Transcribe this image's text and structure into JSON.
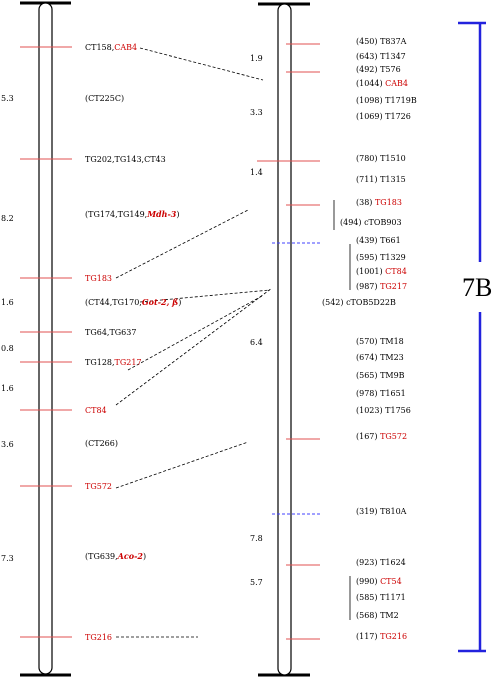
{
  "chromosome_name": "7B",
  "colors": {
    "tick": "#e05050",
    "dashed_tick": "#4040ff",
    "bracket": "#2222dd",
    "highlight": "#cc0000"
  },
  "left_map": {
    "distances": [
      "5.3",
      "8.2",
      "1.6",
      "0.8",
      "1.6",
      "3.6",
      "7.3"
    ],
    "loci": [
      {
        "parts": [
          {
            "t": "CT158,",
            "s": "n"
          },
          {
            "t": "CAB4",
            "s": "r"
          }
        ]
      },
      {
        "parts": [
          {
            "t": "(CT225C)",
            "s": "n"
          }
        ]
      },
      {
        "parts": [
          {
            "t": "TG202,TG143,CT43",
            "s": "n"
          }
        ]
      },
      {
        "parts": [
          {
            "t": "(TG174,TG149,",
            "s": "n"
          },
          {
            "t": "Mdh-3",
            "s": "b"
          },
          {
            "t": ")",
            "s": "n"
          }
        ]
      },
      {
        "parts": [
          {
            "t": "TG183",
            "s": "r"
          }
        ]
      },
      {
        "parts": [
          {
            "t": "(CT44,TG170,",
            "s": "n"
          },
          {
            "t": "Got-2, ß",
            "s": "b"
          },
          {
            "t": ")",
            "s": "n"
          }
        ]
      },
      {
        "parts": [
          {
            "t": "TG64,TG637",
            "s": "n"
          }
        ]
      },
      {
        "parts": [
          {
            "t": "TG128,",
            "s": "n"
          },
          {
            "t": "TG217",
            "s": "r"
          }
        ]
      },
      {
        "parts": [
          {
            "t": "CT84",
            "s": "r"
          }
        ]
      },
      {
        "parts": [
          {
            "t": "(CT266)",
            "s": "n"
          }
        ]
      },
      {
        "parts": [
          {
            "t": "TG572",
            "s": "r"
          }
        ]
      },
      {
        "parts": [
          {
            "t": "(TG639,",
            "s": "n"
          },
          {
            "t": "Aco-2",
            "s": "b"
          },
          {
            "t": ")",
            "s": "n"
          }
        ]
      },
      {
        "parts": [
          {
            "t": "TG216",
            "s": "r"
          }
        ]
      }
    ]
  },
  "right_map": {
    "distances": [
      "1.9",
      "3.3",
      "1.4",
      "6.4",
      "7.8",
      "5.7"
    ],
    "loci": [
      {
        "num": "(450)",
        "parts": [
          {
            "t": "T837A",
            "s": "n"
          }
        ]
      },
      {
        "num": "(643)",
        "parts": [
          {
            "t": "T1347",
            "s": "n"
          }
        ]
      },
      {
        "num": "(492)",
        "parts": [
          {
            "t": "T576",
            "s": "n"
          }
        ]
      },
      {
        "num": "(1044)",
        "parts": [
          {
            "t": "CAB4",
            "s": "r"
          }
        ]
      },
      {
        "num": "(1098)",
        "parts": [
          {
            "t": "T1719B",
            "s": "n"
          }
        ]
      },
      {
        "num": "(1069)",
        "parts": [
          {
            "t": "T1726",
            "s": "n"
          }
        ]
      },
      {
        "num": "(780)",
        "parts": [
          {
            "t": "T1510",
            "s": "n"
          }
        ]
      },
      {
        "num": "(711)",
        "parts": [
          {
            "t": "T1315",
            "s": "n"
          }
        ]
      },
      {
        "num": "(38)",
        "parts": [
          {
            "t": "TG183",
            "s": "r"
          }
        ]
      },
      {
        "num": "(494)",
        "parts": [
          {
            "t": "cTOB903",
            "s": "n"
          }
        ]
      },
      {
        "num": "(439)",
        "parts": [
          {
            "t": "T661",
            "s": "n"
          }
        ]
      },
      {
        "num": "(595)",
        "parts": [
          {
            "t": "T1329",
            "s": "n"
          }
        ]
      },
      {
        "num": "(1001)",
        "parts": [
          {
            "t": "CT84",
            "s": "r"
          }
        ]
      },
      {
        "num": "(987)",
        "parts": [
          {
            "t": "TG217",
            "s": "r"
          }
        ]
      },
      {
        "num": "(542)",
        "parts": [
          {
            "t": "cTOB5D22B",
            "s": "n"
          }
        ]
      },
      {
        "num": "(570)",
        "parts": [
          {
            "t": "TM18",
            "s": "n"
          }
        ]
      },
      {
        "num": "(674)",
        "parts": [
          {
            "t": "TM23",
            "s": "n"
          }
        ]
      },
      {
        "num": "(565)",
        "parts": [
          {
            "t": "TM9B",
            "s": "n"
          }
        ]
      },
      {
        "num": "(978)",
        "parts": [
          {
            "t": "T1651",
            "s": "n"
          }
        ]
      },
      {
        "num": "(1023)",
        "parts": [
          {
            "t": "T1756",
            "s": "n"
          }
        ]
      },
      {
        "num": "(167)",
        "parts": [
          {
            "t": "TG572",
            "s": "r"
          }
        ]
      },
      {
        "num": "(319)",
        "parts": [
          {
            "t": "T810A",
            "s": "n"
          }
        ]
      },
      {
        "num": "(923)",
        "parts": [
          {
            "t": "T1624",
            "s": "n"
          }
        ]
      },
      {
        "num": "(990)",
        "parts": [
          {
            "t": "CT54",
            "s": "r"
          }
        ]
      },
      {
        "num": "(585)",
        "parts": [
          {
            "t": "T1171",
            "s": "n"
          }
        ]
      },
      {
        "num": "(568)",
        "parts": [
          {
            "t": "TM2",
            "s": "n"
          }
        ]
      },
      {
        "num": "(117)",
        "parts": [
          {
            "t": "TG216",
            "s": "r"
          }
        ]
      }
    ]
  }
}
